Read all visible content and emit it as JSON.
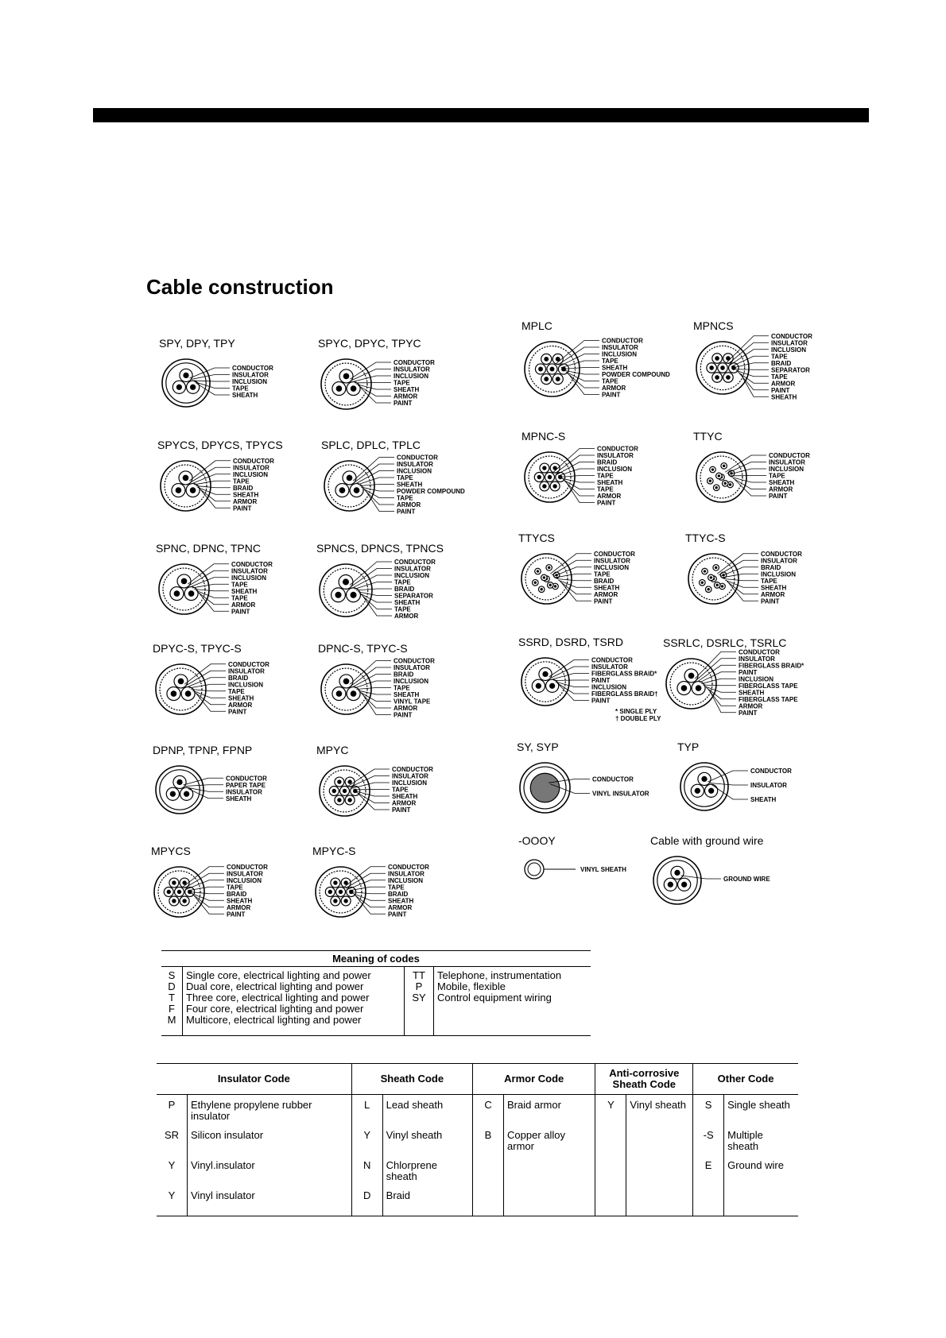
{
  "heading": "Cable construction",
  "cables": [
    {
      "id": "c1",
      "title": "SPY, DPY, TPY",
      "labels": [
        "CONDUCTOR",
        "INSULATOR",
        "INCLUSION",
        "TAPE",
        "SHEATH"
      ],
      "cores": 3
    },
    {
      "id": "c2",
      "title": "SPYC, DPYC, TPYC",
      "labels": [
        "CONDUCTOR",
        "INSULATOR",
        "INCLUSION",
        "TAPE",
        "SHEATH",
        "ARMOR",
        "PAINT"
      ],
      "cores": 3
    },
    {
      "id": "c3",
      "title": "MPLC",
      "labels": [
        "CONDUCTOR",
        "INSULATOR",
        "INCLUSION",
        "TAPE",
        "SHEATH",
        "POWDER COMPOUND",
        "TAPE",
        "ARMOR",
        "PAINT"
      ],
      "cores": 7
    },
    {
      "id": "c4",
      "title": "MPNCS",
      "labels": [
        "CONDUCTOR",
        "INSULATOR",
        "INCLUSION",
        "TAPE",
        "BRAID",
        "SEPARATOR",
        "TAPE",
        "ARMOR",
        "PAINT",
        "SHEATH"
      ],
      "cores": 7
    },
    {
      "id": "c5",
      "title": "SPYCS, DPYCS, TPYCS",
      "labels": [
        "CONDUCTOR",
        "INSULATOR",
        "INCLUSION",
        "TAPE",
        "BRAID",
        "SHEATH",
        "ARMOR",
        "PAINT"
      ],
      "cores": 3
    },
    {
      "id": "c6",
      "title": "SPLC, DPLC, TPLC",
      "labels": [
        "CONDUCTOR",
        "INSULATOR",
        "INCLUSION",
        "TAPE",
        "SHEATH",
        "POWDER COMPOUND",
        "TAPE",
        "ARMOR",
        "PAINT"
      ],
      "cores": 3
    },
    {
      "id": "c7",
      "title": "MPNC-S",
      "labels": [
        "CONDUCTOR",
        "INSULATOR",
        "BRAID",
        "INCLUSION",
        "TAPE",
        "SHEATH",
        "TAPE",
        "ARMOR",
        "PAINT"
      ],
      "cores": 7
    },
    {
      "id": "c8",
      "title": "TTYC",
      "labels": [
        "CONDUCTOR",
        "INSULATOR",
        "INCLUSION",
        "TAPE",
        "SHEATH",
        "ARMOR",
        "PAINT"
      ],
      "cores": 9
    },
    {
      "id": "c9",
      "title": "SPNC, DPNC, TPNC",
      "labels": [
        "CONDUCTOR",
        "INSULATOR",
        "INCLUSION",
        "TAPE",
        "SHEATH",
        "TAPE",
        "ARMOR",
        "PAINT"
      ],
      "cores": 3
    },
    {
      "id": "c10",
      "title": "SPNCS, DPNCS, TPNCS",
      "labels": [
        "CONDUCTOR",
        "INSULATOR",
        "INCLUSION",
        "TAPE",
        "BRAID",
        "SEPARATOR",
        "SHEATH",
        "TAPE",
        "ARMOR"
      ],
      "cores": 3
    },
    {
      "id": "c11",
      "title": "TTYCS",
      "labels": [
        "CONDUCTOR",
        "INSULATOR",
        "INCLUSION",
        "TAPE",
        "BRAID",
        "SHEATH",
        "ARMOR",
        "PAINT"
      ],
      "cores": 9
    },
    {
      "id": "c12",
      "title": "TTYC-S",
      "labels": [
        "CONDUCTOR",
        "INSULATOR",
        "BRAID",
        "INCLUSION",
        "TAPE",
        "SHEATH",
        "ARMOR",
        "PAINT"
      ],
      "cores": 9
    },
    {
      "id": "c13",
      "title": "DPYC-S, TPYC-S",
      "labels": [
        "CONDUCTOR",
        "INSULATOR",
        "BRAID",
        "INCLUSION",
        "TAPE",
        "SHEATH",
        "ARMOR",
        "PAINT"
      ],
      "cores": 3
    },
    {
      "id": "c14",
      "title": "DPNC-S, TPYC-S",
      "labels": [
        "CONDUCTOR",
        "INSULATOR",
        "BRAID",
        "INCLUSION",
        "TAPE",
        "SHEATH",
        "VINYL TAPE",
        "ARMOR",
        "PAINT"
      ],
      "cores": 3
    },
    {
      "id": "c15",
      "title": "SSRD, DSRD, TSRD",
      "labels": [
        "CONDUCTOR",
        "INSULATOR",
        "FIBERGLASS BRAID*",
        "PAINT",
        "INCLUSION",
        "FIBERGLASS BRAID†",
        "PAINT"
      ],
      "cores": 3,
      "notes": [
        "* SINGLE PLY",
        "† DOUBLE PLY"
      ]
    },
    {
      "id": "c16",
      "title": "SSRLC, DSRLC, TSRLC",
      "labels": [
        "CONDUCTOR",
        "INSULATOR",
        "FIBERGLASS BRAID*",
        "PAINT",
        "INCLUSION",
        "FIBERGLASS TAPE",
        "SHEATH",
        "FIBERGLASS TAPE",
        "ARMOR",
        "PAINT"
      ],
      "cores": 3
    },
    {
      "id": "c17",
      "title": "DPNP, TPNP, FPNP",
      "labels": [
        "CONDUCTOR",
        "PAPER TAPE",
        "INSULATOR",
        "SHEATH"
      ],
      "cores": 3
    },
    {
      "id": "c18",
      "title": "MPYC",
      "labels": [
        "CONDUCTOR",
        "INSULATOR",
        "INCLUSION",
        "TAPE",
        "SHEATH",
        "ARMOR",
        "PAINT"
      ],
      "cores": 7
    },
    {
      "id": "c19",
      "title": "SY, SYP",
      "labels": [
        "CONDUCTOR",
        "VINYL INSULATOR"
      ],
      "cores": 1
    },
    {
      "id": "c20",
      "title": "TYP",
      "labels": [
        "CONDUCTOR",
        "INSULATOR",
        "SHEATH"
      ],
      "cores": 3
    },
    {
      "id": "c21",
      "title": "MPYCS",
      "labels": [
        "CONDUCTOR",
        "INSULATOR",
        "INCLUSION",
        "TAPE",
        "BRAID",
        "SHEATH",
        "ARMOR",
        "PAINT"
      ],
      "cores": 7
    },
    {
      "id": "c22",
      "title": "MPYC-S",
      "labels": [
        "CONDUCTOR",
        "INSULATOR",
        "INCLUSION",
        "TAPE",
        "BRAID",
        "SHEATH",
        "ARMOR",
        "PAINT"
      ],
      "cores": 7
    },
    {
      "id": "c23",
      "title": "-OOOY",
      "labels": [
        "VINYL SHEATH"
      ],
      "cores": 0
    },
    {
      "id": "c24",
      "title": "Cable with ground wire",
      "labels": [
        "GROUND WIRE"
      ],
      "cores": 3
    }
  ],
  "meaning": {
    "title": "Meaning of codes",
    "left_codes": "S\nD\nT\nF\nM",
    "left_text": "Single core, electrical lighting and power\nDual core, electrical lighting and power\nThree core, electrical lighting and power\nFour core, electrical lighting and power\nMulticore, electrical lighting and power",
    "right_codes": "TT\nP\nSY",
    "right_text": "Telephone, instrumentation\nMobile, flexible\nControl equipment wiring"
  },
  "codes": {
    "headers": [
      "Insulator Code",
      "Sheath Code",
      "Armor Code",
      "Anti-corrosive Sheath Code",
      "Other Code"
    ],
    "rows": [
      [
        "P",
        "Ethylene propylene rubber insulator",
        "L",
        "Lead sheath",
        "C",
        "Braid armor",
        "Y",
        "Vinyl sheath",
        "S",
        "Single sheath"
      ],
      [
        "SR",
        "Silicon insulator",
        "Y",
        "Vinyl sheath",
        "B",
        "Copper alloy armor",
        "",
        "",
        "-S",
        "Multiple sheath"
      ],
      [
        "Y",
        "Vinyl.insulator",
        "N",
        "Chlorprene sheath",
        "",
        "",
        "",
        "",
        "E",
        "Ground wire"
      ],
      [
        "Y",
        "Vinyl insulator",
        "D",
        "Braid",
        "",
        "",
        "",
        "",
        "",
        ""
      ]
    ]
  }
}
